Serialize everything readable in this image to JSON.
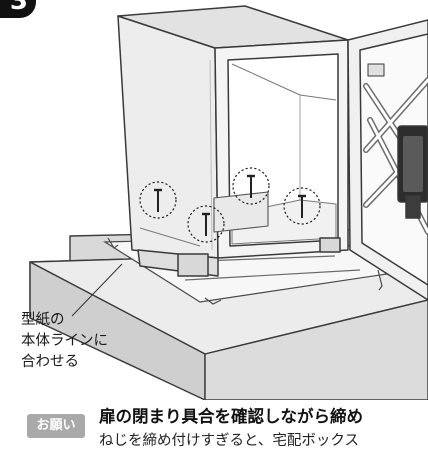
{
  "step": {
    "number": "3"
  },
  "illustration": {
    "icons": [
      "delivery-box-cabinet-icon",
      "screw-icon",
      "template-sheet-icon",
      "open-door-icon"
    ]
  },
  "caption": {
    "lines": [
      "型紙の",
      "本体ラインに",
      "合わせる"
    ]
  },
  "notice": {
    "badge": "お願い",
    "title": "扉の閉まり具合を確認しながら締め",
    "body": "ねじを締め付けすぎると、宅配ボックス"
  },
  "colors": {
    "badge_gray": "#a9a9a9",
    "step_badge": "#111111",
    "base_fill": "#e7e7e7",
    "line": "#3a3a3a"
  }
}
